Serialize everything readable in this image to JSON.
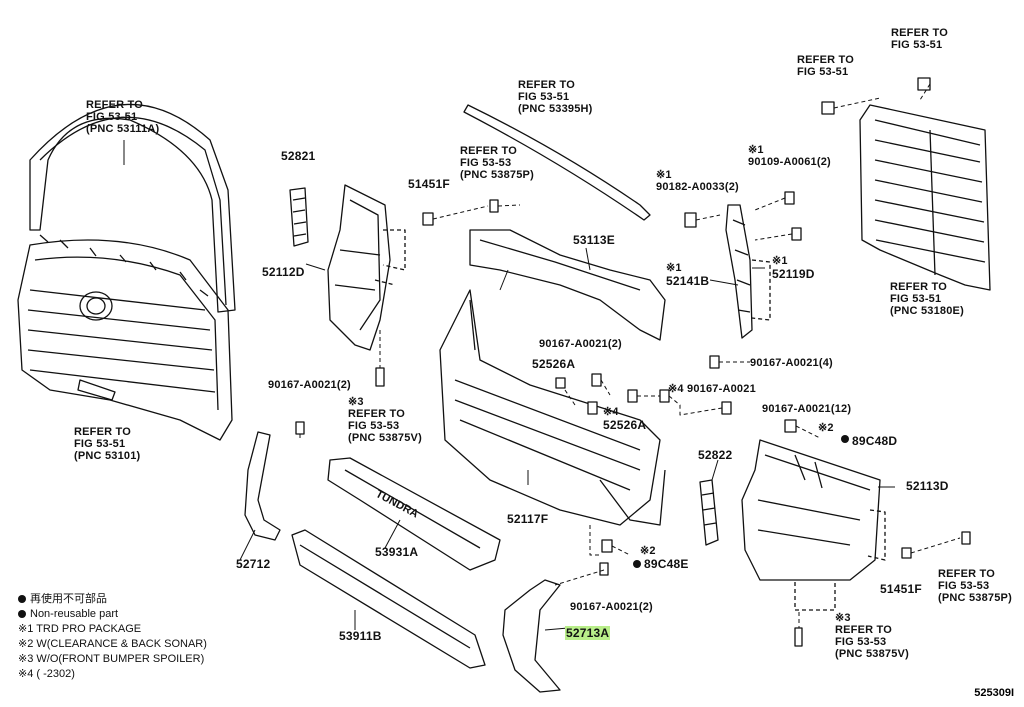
{
  "labels": {
    "ref_grille_top": [
      "REFER TO",
      "FIG 53-51",
      "(PNC 53111A)"
    ],
    "ref_grille": [
      "REFER TO",
      "FIG 53-51",
      "(PNC 53101)"
    ],
    "ref_top_molding": [
      "REFER TO",
      "FIG 53-51",
      "(PNC 53395H)"
    ],
    "ref_clip_upper": [
      "REFER TO",
      "FIG 53-51"
    ],
    "ref_clip_top": [
      "REFER TO",
      "FIG 53-51"
    ],
    "ref_radiator": [
      "REFER TO",
      "FIG 53-51",
      "(PNC 53180E)"
    ],
    "ref_bolt_left": [
      "REFER TO",
      "FIG 53-53",
      "(PNC 53875P)"
    ],
    "ref_bolt_lower_left": [
      "REFER TO",
      "FIG 53-53",
      "(PNC 53875V)"
    ],
    "ref_bolt_right": [
      "REFER TO",
      "FIG 53-53",
      "(PNC 53875P)"
    ],
    "ref_bolt_bottom": [
      "REFER TO",
      "FIG 53-53",
      "(PNC 53875V)"
    ],
    "p52821": "52821",
    "p52112D": "52112D",
    "p51451F_left": "51451F",
    "p53113E": "53113E",
    "p90182": "90182-A0033(2)",
    "p90109": "90109-A0061(2)",
    "p52141B": "52141B",
    "p52119D": "52119D",
    "p90167_2_a": "90167-A0021(2)",
    "p52526A_a": "52526A",
    "p90167_4": "90167-A0021(4)",
    "p90167_1": "90167-A0021",
    "p52526A_b": "52526A",
    "p90167_12": "90167-A0021(12)",
    "p90167_2_left": "90167-A0021(2)",
    "p89C48D": "89C48D",
    "p52822": "52822",
    "p52113D": "52113D",
    "p52117F": "52117F",
    "p52712": "52712",
    "p53931A": "53931A",
    "p89C48E": "89C48E",
    "p51451F_right": "51451F",
    "p90167_2_bottom": "90167-A0021(2)",
    "p52713A": "52713A",
    "p53911B": "53911B",
    "note1": "※1",
    "note2": "※2",
    "note3": "※3",
    "note4": "※4"
  },
  "legend": {
    "items": [
      "再使用不可部品",
      "Non-reusable part",
      "※1 TRD PRO PACKAGE",
      "※2 W(CLEARANCE & BACK SONAR)",
      "※3 W/O(FRONT BUMPER SPOILER)",
      "※4 (      -2302)"
    ]
  },
  "reference_number": "525309I",
  "highlight_color": "#b9ee8a"
}
